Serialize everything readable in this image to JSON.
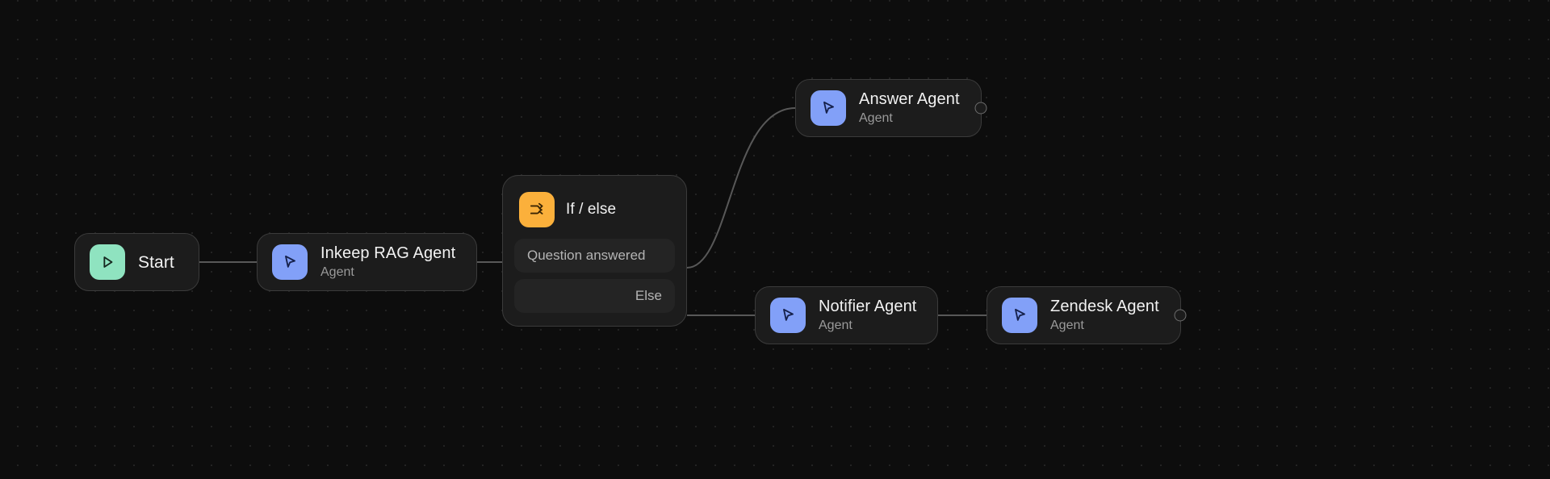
{
  "canvas": {
    "background_color": "#0d0d0d",
    "grid_dot_color": "#2a2a2a"
  },
  "palette": {
    "start_icon_bg": "#8fe3c0",
    "agent_icon_bg": "#82a0f8",
    "branch_icon_bg": "#fbb03b",
    "node_bg": "#1c1c1c",
    "node_border": "#3b3b3b",
    "row_bg": "#242424",
    "edge_color": "#555555",
    "title_color": "#f2f2f2",
    "subtitle_color": "#9a9a9a"
  },
  "nodes": {
    "start": {
      "title": "Start",
      "icon": "play-triangle-icon"
    },
    "inkeep_rag_agent": {
      "title": "Inkeep RAG Agent",
      "subtitle": "Agent",
      "icon": "cursor-arrow-icon"
    },
    "if_else": {
      "title": "If / else",
      "icon": "branch-split-arrow-icon",
      "rows": [
        {
          "label": "Question answered",
          "align": "left"
        },
        {
          "label": "Else",
          "align": "right"
        }
      ]
    },
    "answer_agent": {
      "title": "Answer Agent",
      "subtitle": "Agent",
      "icon": "cursor-arrow-icon"
    },
    "notifier_agent": {
      "title": "Notifier Agent",
      "subtitle": "Agent",
      "icon": "cursor-arrow-icon"
    },
    "zendesk_agent": {
      "title": "Zendesk Agent",
      "subtitle": "Agent",
      "icon": "cursor-arrow-icon"
    }
  }
}
